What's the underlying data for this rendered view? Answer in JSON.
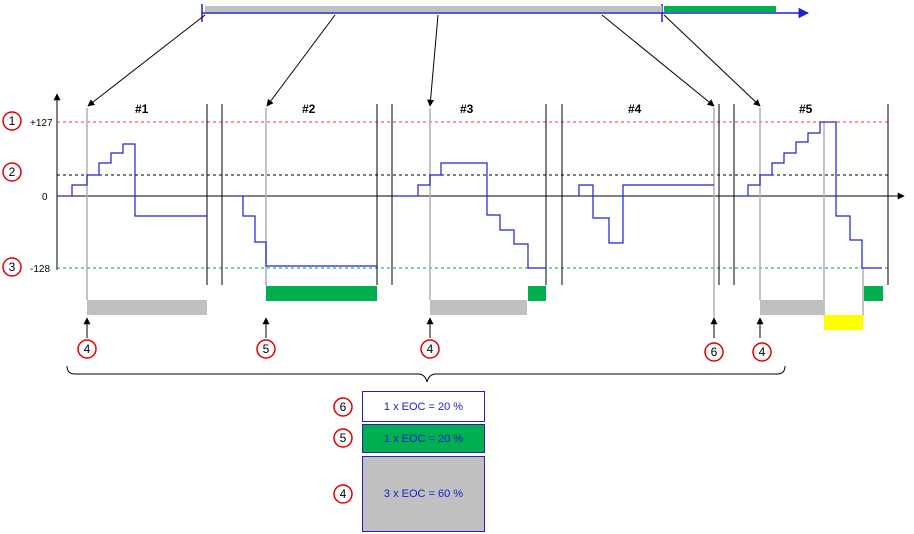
{
  "segments": [
    {
      "label": "#1"
    },
    {
      "label": "#2"
    },
    {
      "label": "#3"
    },
    {
      "label": "#4"
    },
    {
      "label": "#5"
    }
  ],
  "y_axis": {
    "upper": "+127",
    "zero": "0",
    "lower": "-128"
  },
  "markers": {
    "m1": "1",
    "m2": "2",
    "m3": "3",
    "m4": "4",
    "m5": "5",
    "m6": "6"
  },
  "legend": [
    {
      "marker": "6",
      "text": "1 x  EOC = 20 %",
      "fill": "#ffffff"
    },
    {
      "marker": "5",
      "text": "1 x  EOC = 20 %",
      "fill": "#00b050"
    },
    {
      "marker": "4",
      "text": "3 x  EOC = 60 %",
      "fill": "#c0c0c0"
    }
  ],
  "colors": {
    "signal": "#2020d0",
    "gray_bar": "#c0c0c0",
    "green_bar": "#00b050",
    "yellow_bar": "#ffff00",
    "upper_limit": "#ff3030",
    "lower_limit": "#00a050",
    "marker_ring": "#e00000"
  }
}
